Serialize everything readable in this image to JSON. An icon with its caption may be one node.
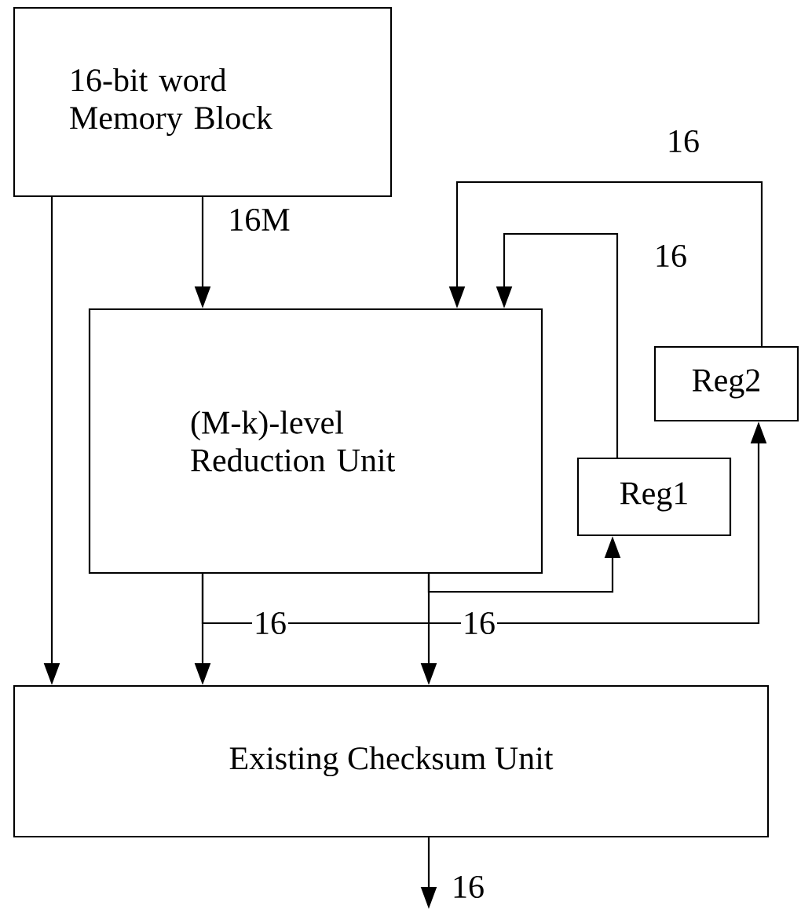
{
  "diagram": {
    "nodes": [
      {
        "text": [
          "16-bit word Memory Block"
        ]
      },
      {
        "text": [
          "(M-k)-level Reduction Unit"
        ]
      },
      {
        "text": [
          "Reg2"
        ]
      },
      {
        "text": [
          "Reg1"
        ]
      },
      {
        "text": [
          "Existing Checksum Unit"
        ]
      }
    ],
    "edges": [
      {
        "from": 0,
        "to": 4,
        "arrow": "to"
      },
      {
        "from": 0,
        "to": 1,
        "arrow": "to",
        "label": "16M"
      },
      {
        "from": 1,
        "to": 4,
        "arrow": "to"
      },
      {
        "from": 1,
        "to": 2,
        "arrow": "to",
        "label": "16"
      },
      {
        "from": 1,
        "to": 4,
        "arrow": "to",
        "label": "16"
      },
      {
        "from": 1,
        "to": 3,
        "arrow": "to"
      },
      {
        "from": 3,
        "to": 1,
        "arrow": "to",
        "label": "16"
      },
      {
        "from": 2,
        "to": 1,
        "arrow": "to",
        "label": "16"
      },
      {
        "from": 4,
        "to": null,
        "arrow": "to",
        "label": "16"
      }
    ]
  }
}
